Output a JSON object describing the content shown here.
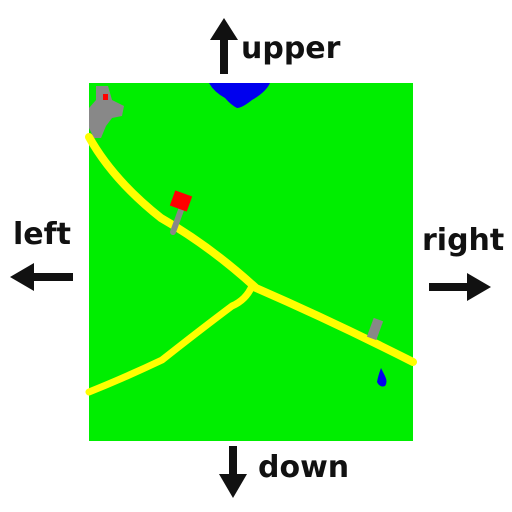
{
  "controls": {
    "up": {
      "label": "upper",
      "icon": "arrow-up-icon"
    },
    "left": {
      "label": "left",
      "icon": "arrow-left-icon"
    },
    "right": {
      "label": "right",
      "icon": "arrow-right-icon"
    },
    "down": {
      "label": "down",
      "icon": "arrow-down-icon"
    }
  },
  "map": {
    "colors": {
      "grass": "#00ee00",
      "road": "#ffff00",
      "water": "#0000ee",
      "building": "#ff0000",
      "path": "#888888",
      "arrow": "#111111"
    }
  }
}
